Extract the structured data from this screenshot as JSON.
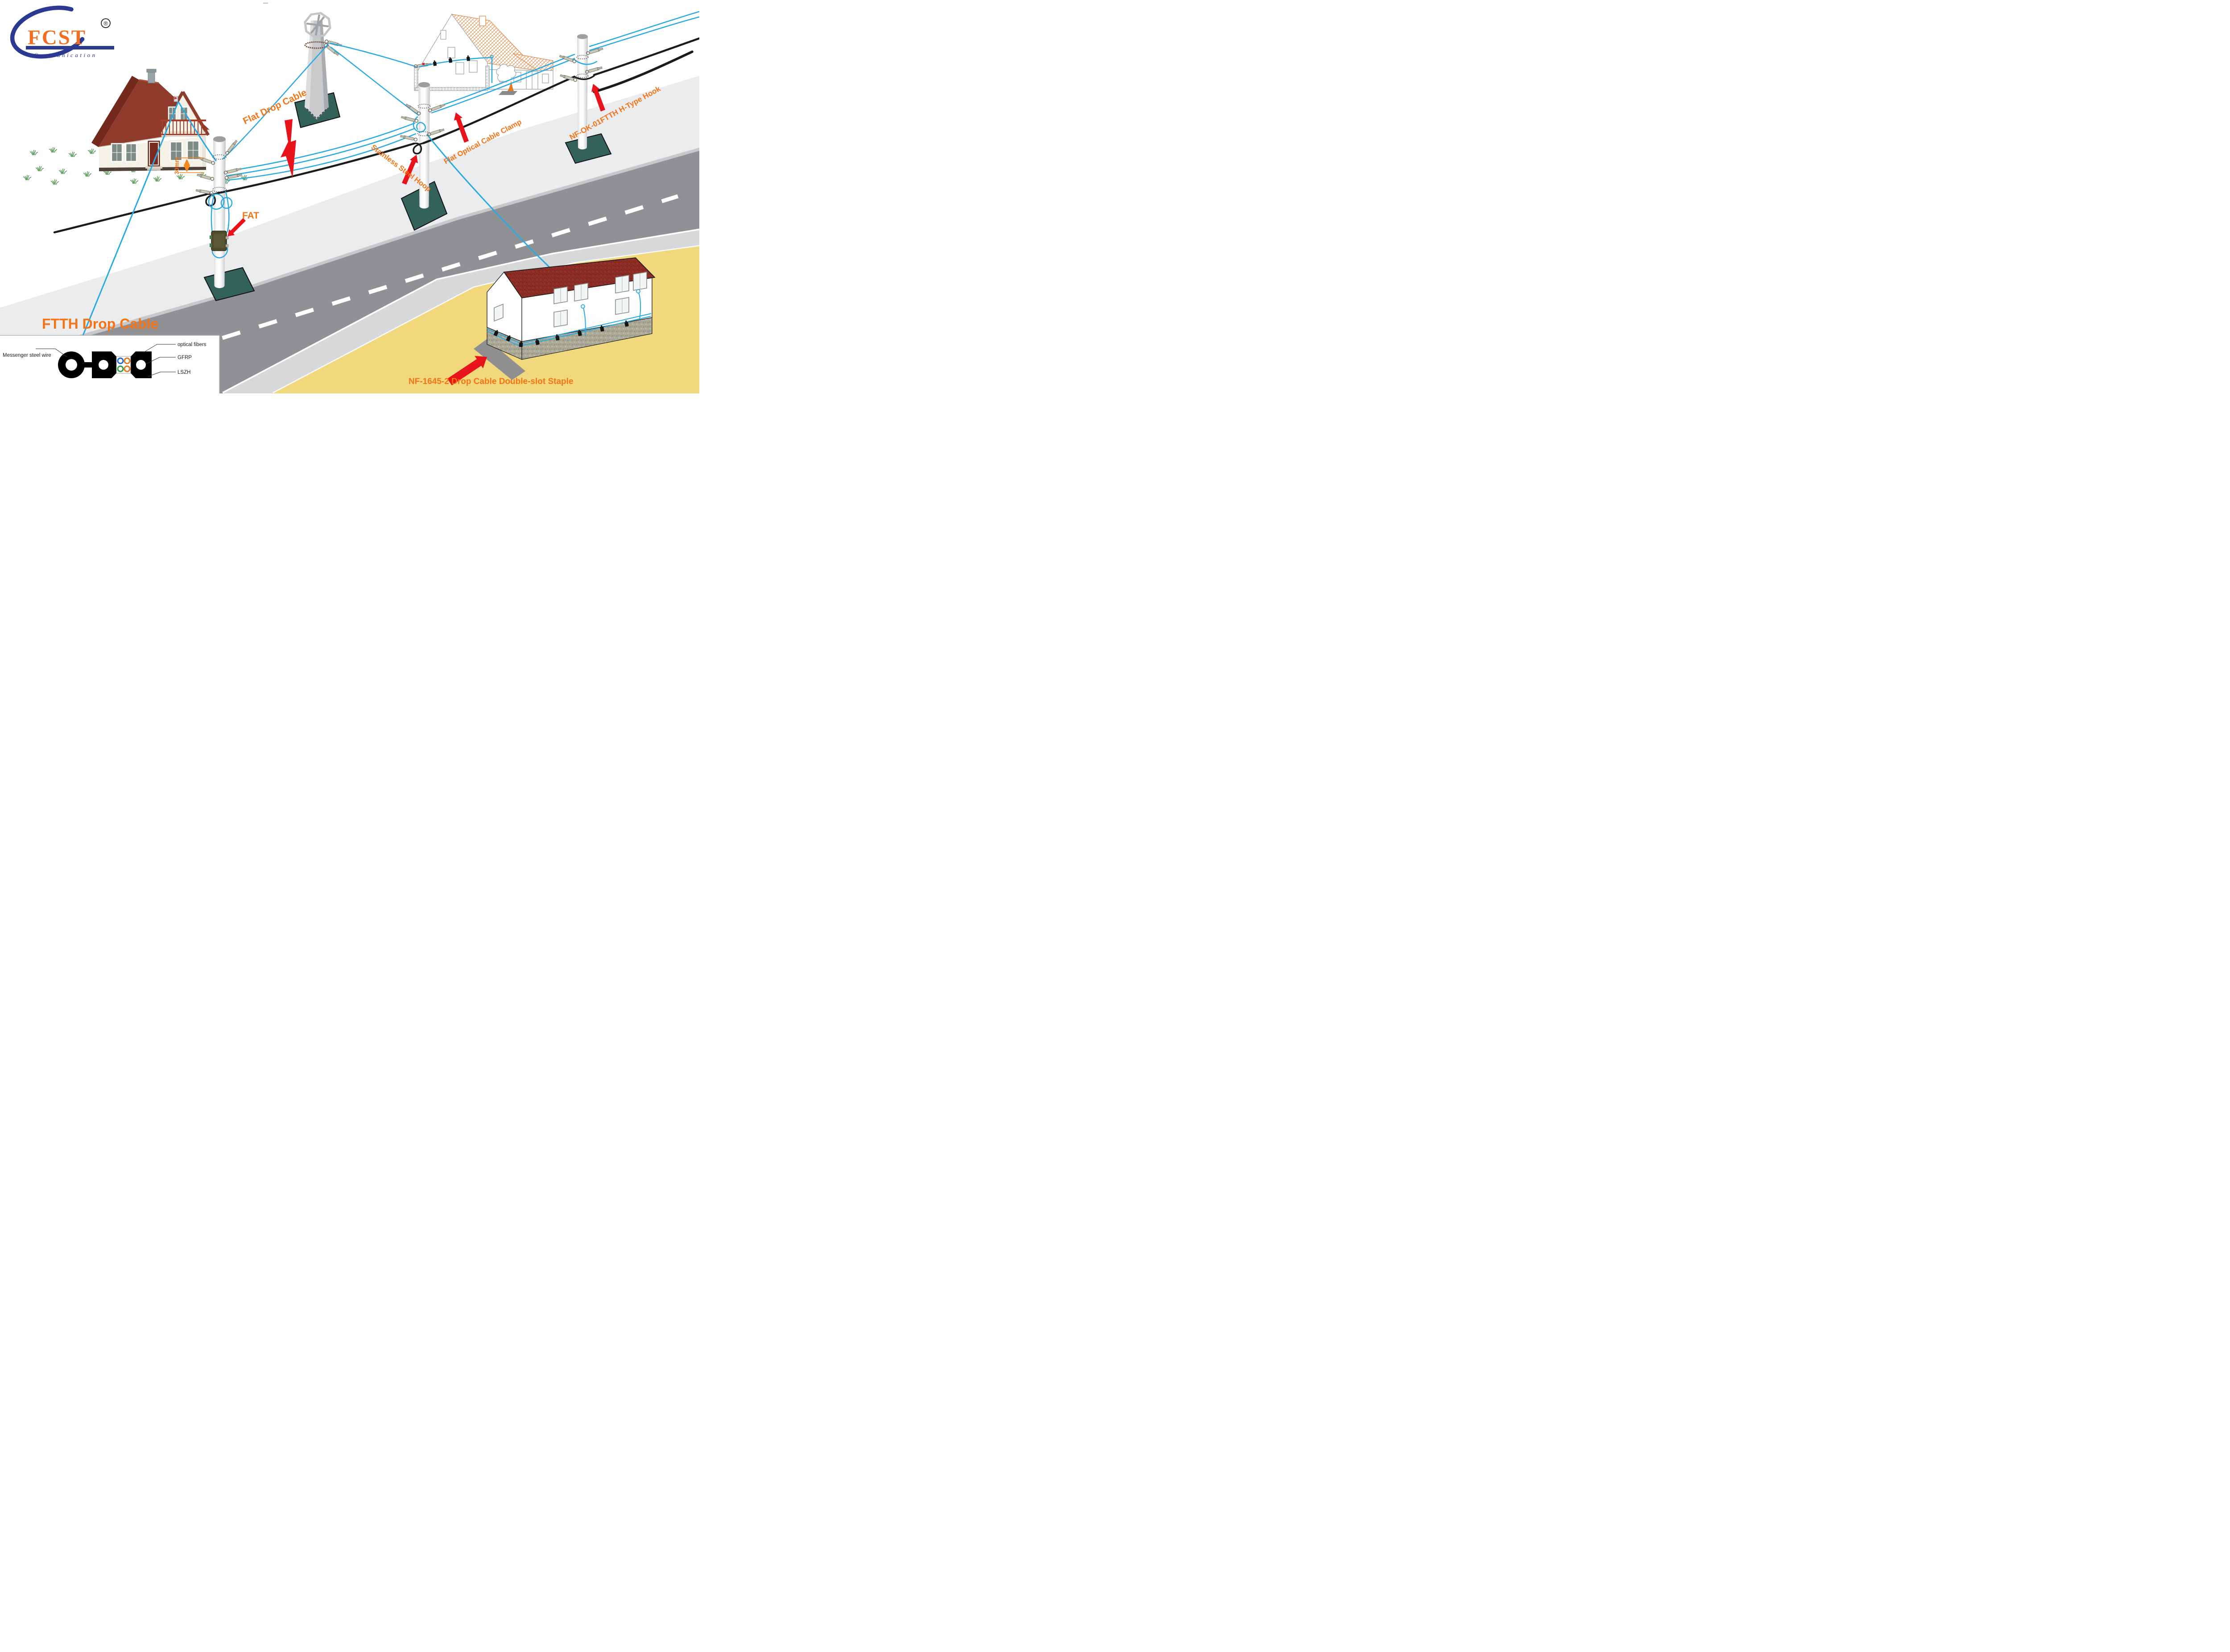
{
  "logo": {
    "brand": "FCST",
    "registered": "®",
    "tagline": "Communication"
  },
  "annotations": {
    "flat_drop_cable": "Flat Drop Cable",
    "stainless_steel_hoop": "Stainless Steel Hoop",
    "flat_optical_cable_clamp": "Flat Optical Cable Clamp",
    "nf_ok_hook": "NF-OK-01FTTH H-Type Hook",
    "fat": "FAT",
    "gap_30mm": "30mm",
    "nf_1645_staple": "NF-1645-2 Drop Cable Double-slot Staple"
  },
  "inset": {
    "title": "FTTH Drop Cable",
    "labels": {
      "messenger": "Messenger steel wire",
      "optical_fibers": "optical fibers",
      "gfrp": "GFRP",
      "lszh": "LSZH"
    }
  },
  "colors": {
    "accent_orange": "#f47517",
    "arrow_red": "#e8131b",
    "cable_blue": "#29a9e2",
    "logo_blue": "#2b3990",
    "road_gray": "#8f9194",
    "sidewalk_gray": "#ebecee",
    "sand_yellow": "#f1d87d",
    "pole_base_green": "#336258",
    "roof_red": "#8e3b2b"
  }
}
